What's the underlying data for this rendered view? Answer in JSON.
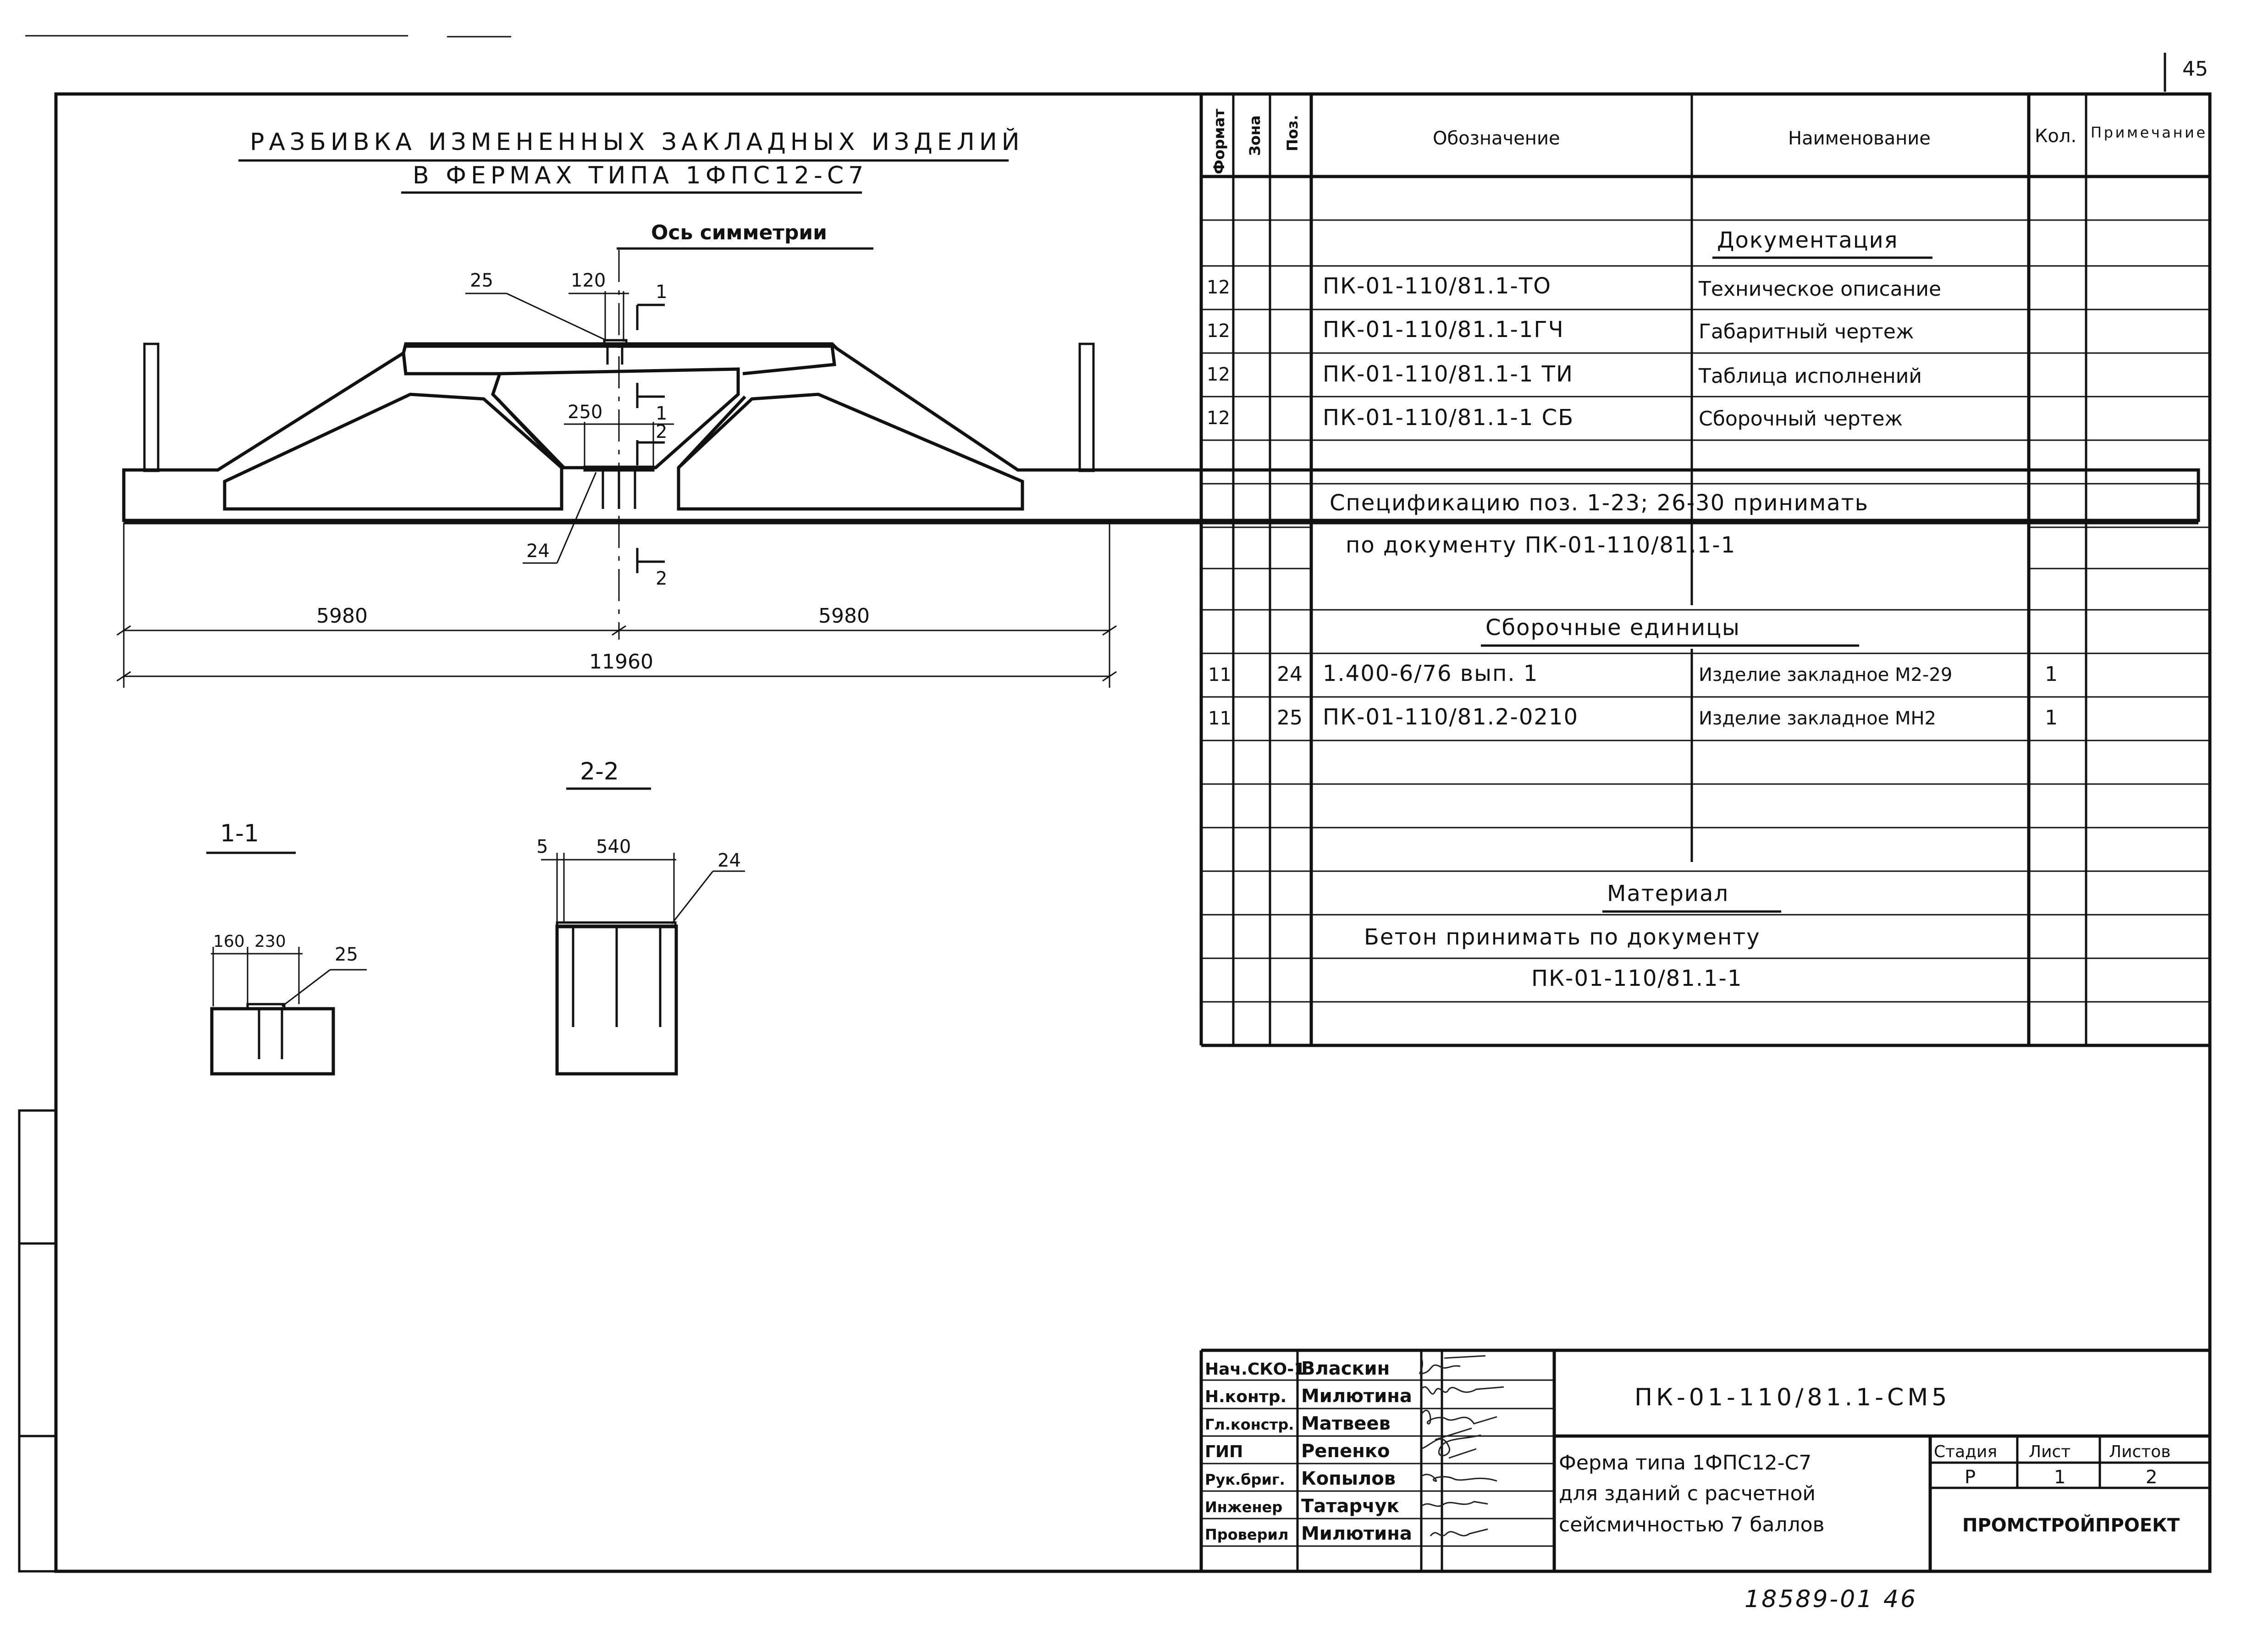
{
  "page_number": "45",
  "drawing": {
    "title_line1": "РАЗБИВКА ИЗМЕНЕННЫХ ЗАКЛАДНЫХ ИЗДЕЛИЙ",
    "title_line2": "В ФЕРМАХ ТИПА 1ФПС12-С7",
    "axis_label": "Ось симметрии",
    "dim_25": "25",
    "dim_120": "120",
    "dim_250": "250",
    "mark_24": "24",
    "section_1": "1",
    "section_2": "2",
    "dim_left": "5980",
    "dim_right": "5980",
    "dim_total": "11960",
    "section_view_1": "1-1",
    "section_view_2": "2-2",
    "s1_dim_160": "160",
    "s1_dim_230": "230",
    "s1_mark_25": "25",
    "s2_dim_5": "5",
    "s2_dim_540": "540",
    "s2_mark_24": "24"
  },
  "spec": {
    "headers": {
      "format": "Формат",
      "zone": "Зона",
      "pos": "Поз.",
      "designation": "Обозначение",
      "name": "Наименование",
      "qty": "Кол.",
      "note": "Примечание"
    },
    "section_docs": "Документация",
    "docs": [
      {
        "format": "12",
        "designation": "ПК-01-110/81.1-ТО",
        "name": "Техническое описание"
      },
      {
        "format": "12",
        "designation": "ПК-01-110/81.1-1ГЧ",
        "name": "Габаритный чертеж"
      },
      {
        "format": "12",
        "designation": "ПК-01-110/81.1-1 ТИ",
        "name": "Таблица исполнений"
      },
      {
        "format": "12",
        "designation": "ПК-01-110/81.1-1 СБ",
        "name": "Сборочный чертеж"
      }
    ],
    "note_line1": "Спецификацию поз. 1-23; 26-30 принимать",
    "note_line2": "по документу ПК-01-110/81.1-1",
    "section_units": "Сборочные единицы",
    "units": [
      {
        "format": "11",
        "pos": "24",
        "designation": "1.400-6/76 вып. 1",
        "name": "Изделие закладное М2-29",
        "qty": "1"
      },
      {
        "format": "11",
        "pos": "25",
        "designation": "ПК-01-110/81.2-0210",
        "name": "Изделие закладное МН2",
        "qty": "1"
      }
    ],
    "section_material": "Материал",
    "material_line1": "Бетон принимать по документу",
    "material_line2": "ПК-01-110/81.1-1"
  },
  "stamp": {
    "roles": [
      {
        "role": "Нач.СКО-1",
        "name": "Власкин"
      },
      {
        "role": "Н.контр.",
        "name": "Милютина"
      },
      {
        "role": "Гл.констр.",
        "name": "Матвеев"
      },
      {
        "role": "ГИП",
        "name": "Репенко"
      },
      {
        "role": "Рук.бриг.",
        "name": "Копылов"
      },
      {
        "role": "Инженер",
        "name": "Татарчук"
      },
      {
        "role": "Проверил",
        "name": "Милютина"
      }
    ],
    "code": "ПК-01-110/81.1-СМ5",
    "desc_line1": "Ферма типа 1ФПС12-С7",
    "desc_line2": "для зданий с расчетной",
    "desc_line3": "сейсмичностью 7 баллов",
    "stage_label": "Стадия",
    "sheet_label": "Лист",
    "sheets_label": "Листов",
    "stage": "Р",
    "sheet": "1",
    "sheets": "2",
    "org": "ПРОМСТРОЙПРОЕКТ"
  },
  "archive_number": "18589-01 46"
}
